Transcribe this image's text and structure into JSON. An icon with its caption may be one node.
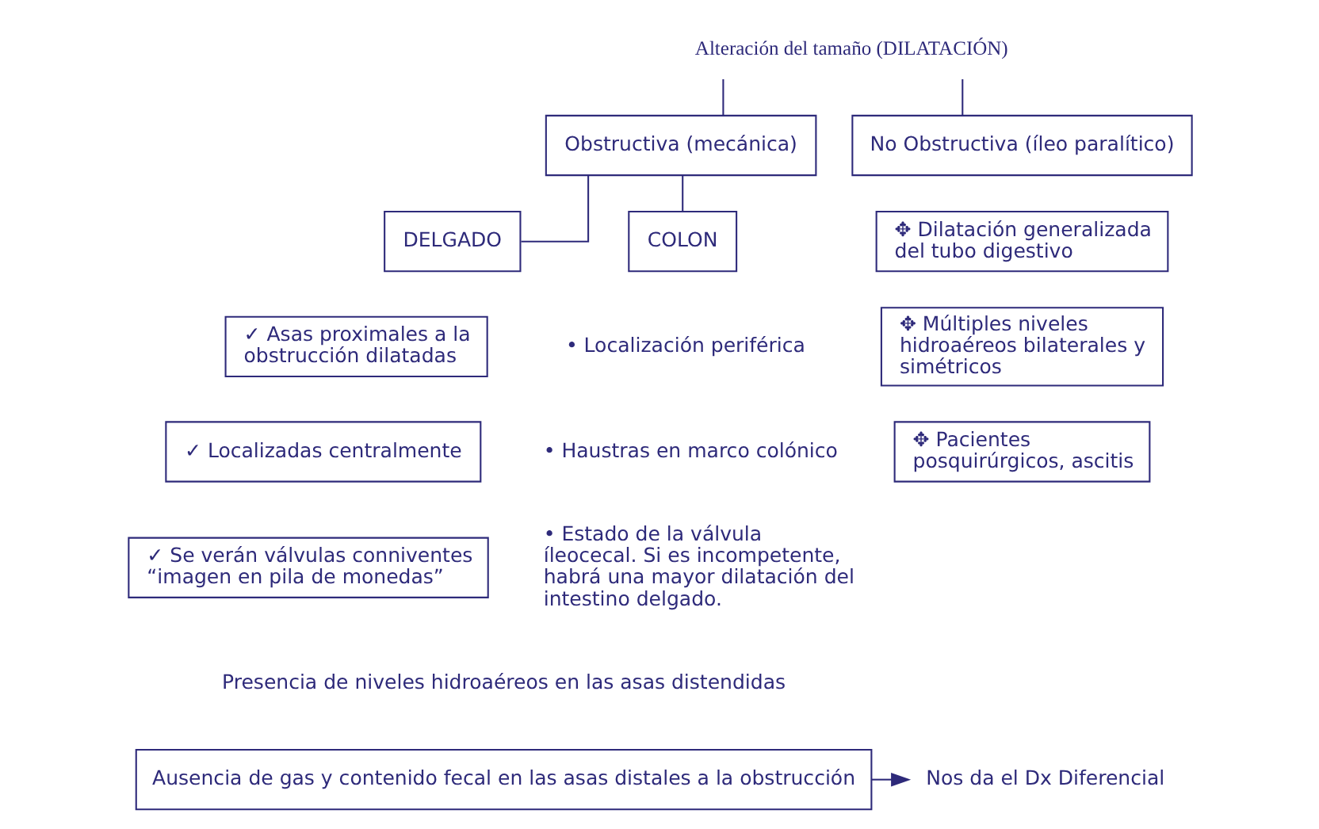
{
  "diagram": {
    "nodes": [
      {
        "text": [
          "Alteración del tamaño (DILATACIÓN)"
        ]
      },
      {
        "text": [
          "Obstructiva (mecánica)"
        ]
      },
      {
        "text": [
          "No Obstructiva (íleo paralítico)"
        ]
      },
      {
        "text": [
          "DELGADO"
        ]
      },
      {
        "text": [
          "COLON"
        ]
      },
      {
        "text": [
          "✓ Asas proximales a la obstrucción dilatadas"
        ]
      },
      {
        "text": [
          "✓ Localizadas centralmente"
        ]
      },
      {
        "text": [
          "✓ Se verán válvulas conniventes “imagen en pila de monedas”"
        ]
      },
      {
        "text": [
          "✥ Dilatación generalizada del tubo digestivo"
        ]
      },
      {
        "text": [
          "✥ Múltiples niveles hidroaéreos bilaterales y simétricos"
        ]
      },
      {
        "text": [
          "✥ Pacientes posquirúrgicos, ascitis"
        ]
      },
      {
        "text": [
          "Ausencia de gas y contenido fecal en las asas distales a la obstrucción"
        ]
      },
      {
        "text": [
          "Nos da el Dx Diferencial"
        ]
      }
    ],
    "edges": [
      {
        "from": 0,
        "to": 1,
        "arrow": "none"
      },
      {
        "from": 0,
        "to": 2,
        "arrow": "none"
      },
      {
        "from": 1,
        "to": 3,
        "arrow": "none"
      },
      {
        "from": 1,
        "to": 4,
        "arrow": "none"
      },
      {
        "from": 11,
        "to": 12,
        "arrow": "to"
      }
    ],
    "labels": [
      "• Localización periférica",
      "• Haustras en marco colónico",
      "• Estado de la válvula íleocecal. Si es incompetente, habrá una mayor dilatación del intestino delgado.",
      "Presencia de niveles hidroaéreos en las asas distendidas"
    ]
  }
}
